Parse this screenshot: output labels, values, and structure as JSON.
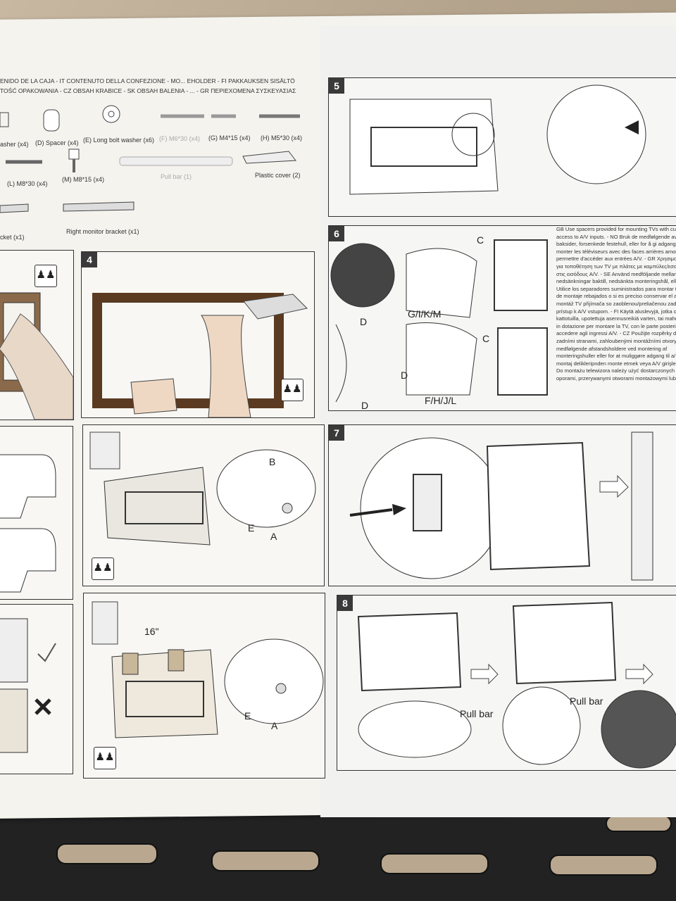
{
  "header": {
    "line1": "ENIDO DE LA CAJA - IT CONTENUTO DELLA CONFEZIONE - MO... EHOLDER - FI PAKKAUKSEN SISÄLTÖ",
    "line2": "TOŚĆ OPAKOWANIA - CZ OBSAH KRABICE - SK OBSAH BALENIA - ... - GR ΠΕΡΙΕΧΟΜΕΝΑ ΣΥΣΚΕΥΑΣΙΑΣ"
  },
  "parts": {
    "washer": "asher (x4)",
    "spacer": "(D) Spacer (x4)",
    "long_washer": "(E) Long bolt washer (x6)",
    "f_screw": "(F) M6*30 (x4)",
    "g_screw": "(G) M4*15 (x4)",
    "h_screw": "(H) M5*30 (x4)",
    "l_screw": "(L) M8*30 (x4)",
    "m_screw": "(M) M8*15 (x4)",
    "pull_bar": "Pull bar (1)",
    "plastic_cover": "Plastic cover (2)",
    "left_bracket": "cket (x1)",
    "right_bracket": "Right monitor bracket (x1)"
  },
  "steps": {
    "s4": "4",
    "s5": "5",
    "s6": "6",
    "s7": "7",
    "s8": "8"
  },
  "callouts": {
    "b": "B",
    "e1": "E",
    "a1": "A",
    "e2": "E",
    "a2": "A",
    "dim": "16\"",
    "c1": "C",
    "gikm": "G/I/K/M",
    "d1": "D",
    "c2": "C",
    "d2": "D",
    "d3": "D",
    "fhjl": "F/H/J/L",
    "pull_bar_1": "Pull bar",
    "pull_bar_2": "Pull bar"
  },
  "step6_text": [
    "GB Use spacers provided for mounting TVs with curve",
    "access to A/V inputs. - NO Bruk de medfølgende avsta",
    "baksider, forsenkede festehull, eller for å gi adgang til",
    "monter les téléviseurs avec des faces arrières amondie",
    "permettre d'accéder aux entrées A/V. - GR Χρησιμοποιήσ",
    "για τοποθέτηση των TV με πλάτες με καμπύλες/εσοχές, ο",
    "στις εισόδους A/V. - SE Använd medföljande mellanlägg",
    "nedsänkningar baktill, nedsänkta monteringshål, eller fö",
    "Utilice los separadores suministrados para montar televi",
    "de montaje rebajados o si es preciso conservar el acces",
    "montáž TV přijímača so zaoblenou/preliačenou zadno",
    "prístup k A/V vstupom. - FI Käytä aluslevyjä, jotka on",
    "kattotuilla, upotettuja asennusreikiä varten, tai mahdo",
    "in dotazione per montare la TV, con le parte posterior",
    "accedere agli ingressi A/V. - CZ Použijte rozpěrky dodar",
    "zadními stranami, zahloubenými montážními otvory n",
    "medfølgende afstandsholdere ved montering af",
    "monteringshuller eller for at muliggøre adgang til a/",
    "montaj delikleriрnden monte etmek veya A/V girişlerine",
    "Do montażu telewizora należy użyć dostarczonych",
    "oporami, przerywanymi otworami montażowymi lub u"
  ],
  "colors": {
    "paper": "#f4f3ee",
    "ink": "#333333",
    "table": "#b4a38c",
    "bracket": "#222222"
  }
}
